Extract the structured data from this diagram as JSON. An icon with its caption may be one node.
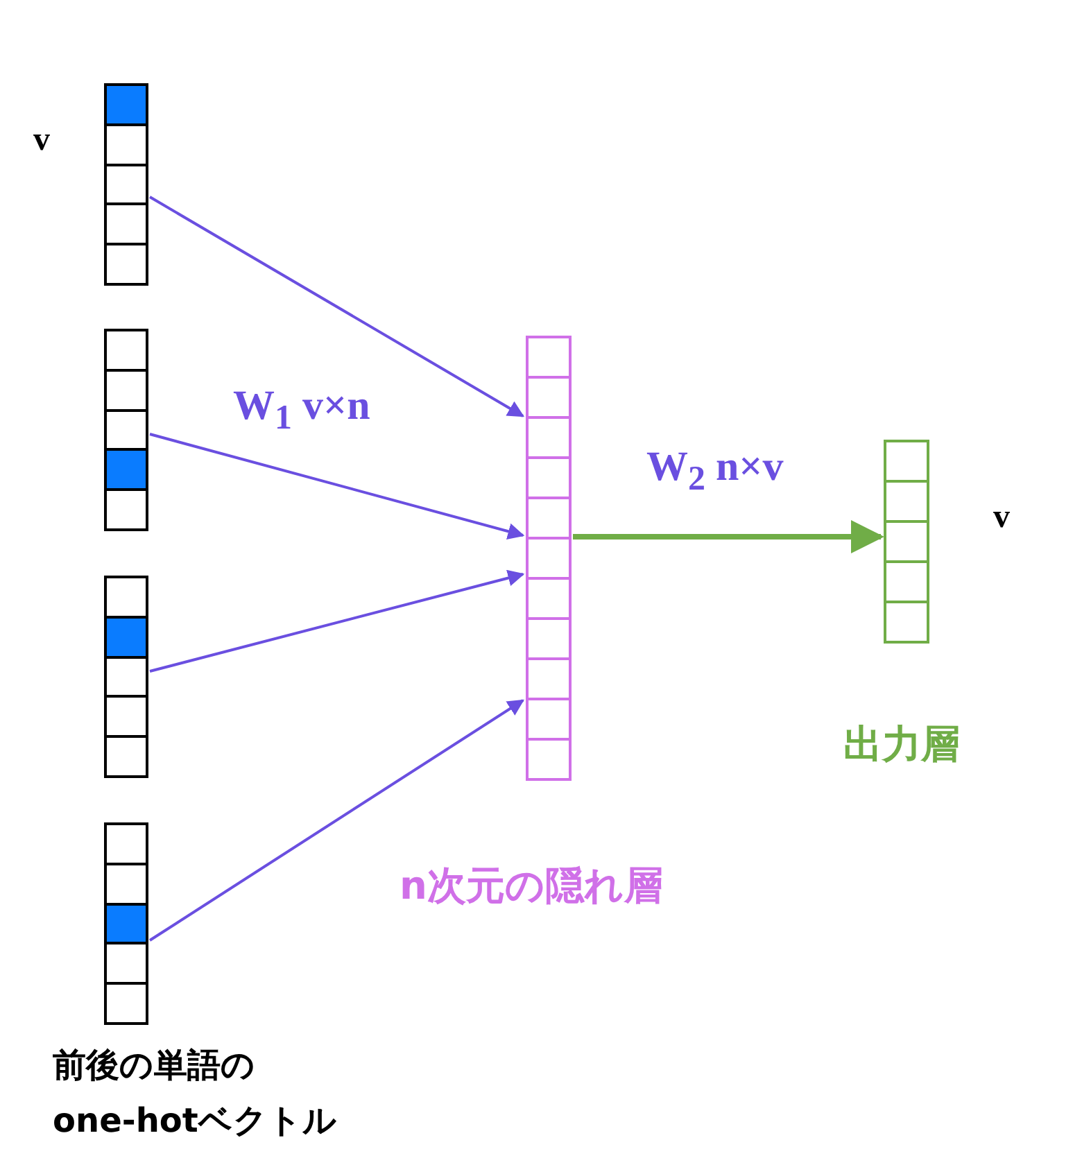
{
  "diagram": {
    "nodes": [
      {
        "text": [],
        "shape": "bar",
        "beside": [
          "v"
        ]
      },
      {
        "text": [],
        "shape": "bar"
      },
      {
        "text": [],
        "shape": "bar"
      },
      {
        "text": [],
        "shape": "bar"
      },
      {
        "text": [],
        "shape": "bar",
        "beside": [
          "n次元の隠れ層"
        ]
      },
      {
        "text": [],
        "shape": "bar",
        "beside": [
          "v",
          "出力層"
        ]
      }
    ],
    "edges": [
      {
        "from": 0,
        "to": 4,
        "arrow": "to"
      },
      {
        "from": 1,
        "to": 4,
        "arrow": "to"
      },
      {
        "from": 2,
        "to": 4,
        "arrow": "to"
      },
      {
        "from": 3,
        "to": 4,
        "arrow": "to"
      },
      {
        "from": 4,
        "to": 5,
        "arrow": "to",
        "label": "W$_{2}$ n×v",
        "style": "thick",
        "color": "#70ad47"
      }
    ],
    "labels": [
      "W$_{1}$ v×n",
      "前後の単語の",
      "one-hotベクトル"
    ]
  }
}
